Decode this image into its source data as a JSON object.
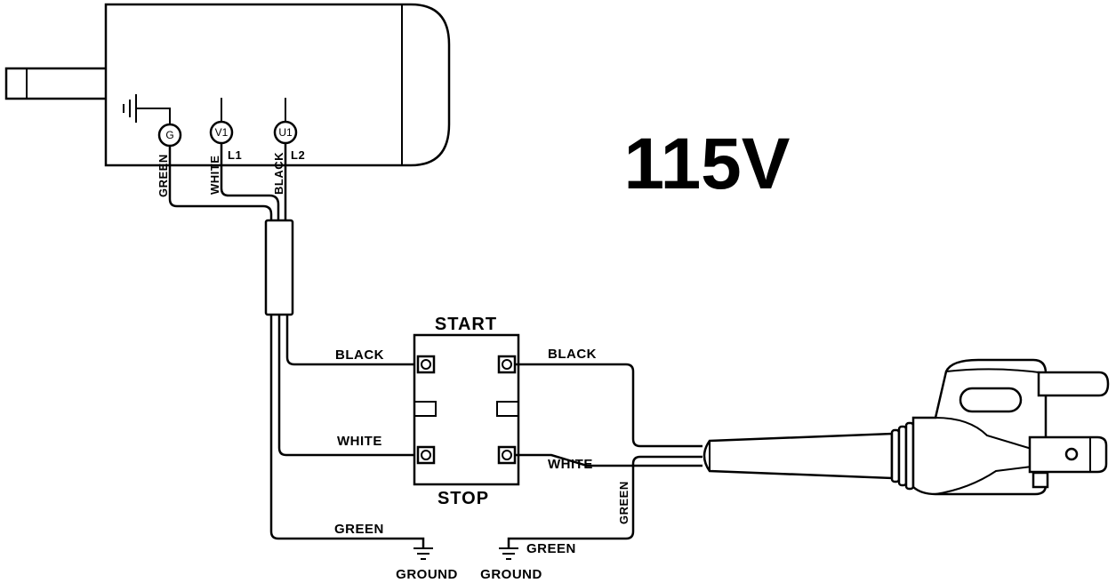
{
  "title": "115V",
  "motor": {
    "terminals": [
      {
        "id": "G",
        "label": "G"
      },
      {
        "id": "V1",
        "label": "V1",
        "line": "L1"
      },
      {
        "id": "U1",
        "label": "U1",
        "line": "L2"
      }
    ],
    "wire_labels": {
      "green": "GREEN",
      "white": "WHITE",
      "black": "BLACK"
    }
  },
  "switch": {
    "top_label": "START",
    "bottom_label": "STOP"
  },
  "wire_labels": {
    "black_in": "BLACK",
    "white_in": "WHITE",
    "black_out": "BLACK",
    "white_out": "WHITE",
    "green_motor": "GREEN",
    "green_plug_horizontal": "GREEN",
    "green_plug_vertical": "GREEN"
  },
  "ground_labels": {
    "left": "GROUND",
    "right": "GROUND"
  }
}
